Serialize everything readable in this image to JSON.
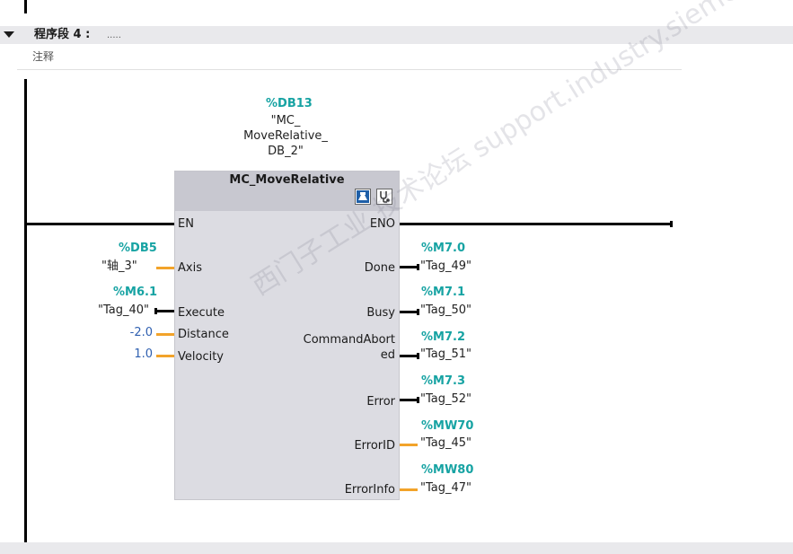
{
  "network": {
    "title": "程序段 4 :",
    "title_placeholder": ".....",
    "comment": "注释"
  },
  "instance_db": {
    "address": "%DB13",
    "name_line1": "\"MC_",
    "name_line2": "MoveRelative_",
    "name_line3": "DB_2\""
  },
  "block": {
    "type_name": "MC_MoveRelative",
    "icons": [
      "download-icon",
      "diagnostics-icon"
    ]
  },
  "inputs": [
    {
      "pin": "EN",
      "address": "",
      "tag": ""
    },
    {
      "pin": "Axis",
      "address": "%DB5",
      "tag": "\"轴_3\""
    },
    {
      "pin": "Execute",
      "address": "%M6.1",
      "tag": "\"Tag_40\""
    },
    {
      "pin": "Distance",
      "address": "",
      "tag": "-2.0"
    },
    {
      "pin": "Velocity",
      "address": "",
      "tag": "1.0"
    }
  ],
  "outputs": [
    {
      "pin": "ENO",
      "address": "",
      "tag": ""
    },
    {
      "pin": "Done",
      "address": "%M7.0",
      "tag": "\"Tag_49\""
    },
    {
      "pin": "Busy",
      "address": "%M7.1",
      "tag": "\"Tag_50\""
    },
    {
      "pin_line1": "CommandAbort",
      "pin_line2": "ed",
      "address": "%M7.2",
      "tag": "\"Tag_51\""
    },
    {
      "pin": "Error",
      "address": "%M7.3",
      "tag": "\"Tag_52\""
    },
    {
      "pin": "ErrorID",
      "address": "%MW70",
      "tag": "\"Tag_45\""
    },
    {
      "pin": "ErrorInfo",
      "address": "%MW80",
      "tag": "\"Tag_47\""
    }
  ],
  "watermark": "西门子工业 技术论坛 support.industry.siemens.com/cs",
  "colors": {
    "address": "#17a3a3",
    "constant": "#2e5fb0",
    "wire_bool": "#000000",
    "wire_data": "#f2a32a",
    "block_body": "#dcdce2",
    "block_header": "#c8c8d0"
  }
}
